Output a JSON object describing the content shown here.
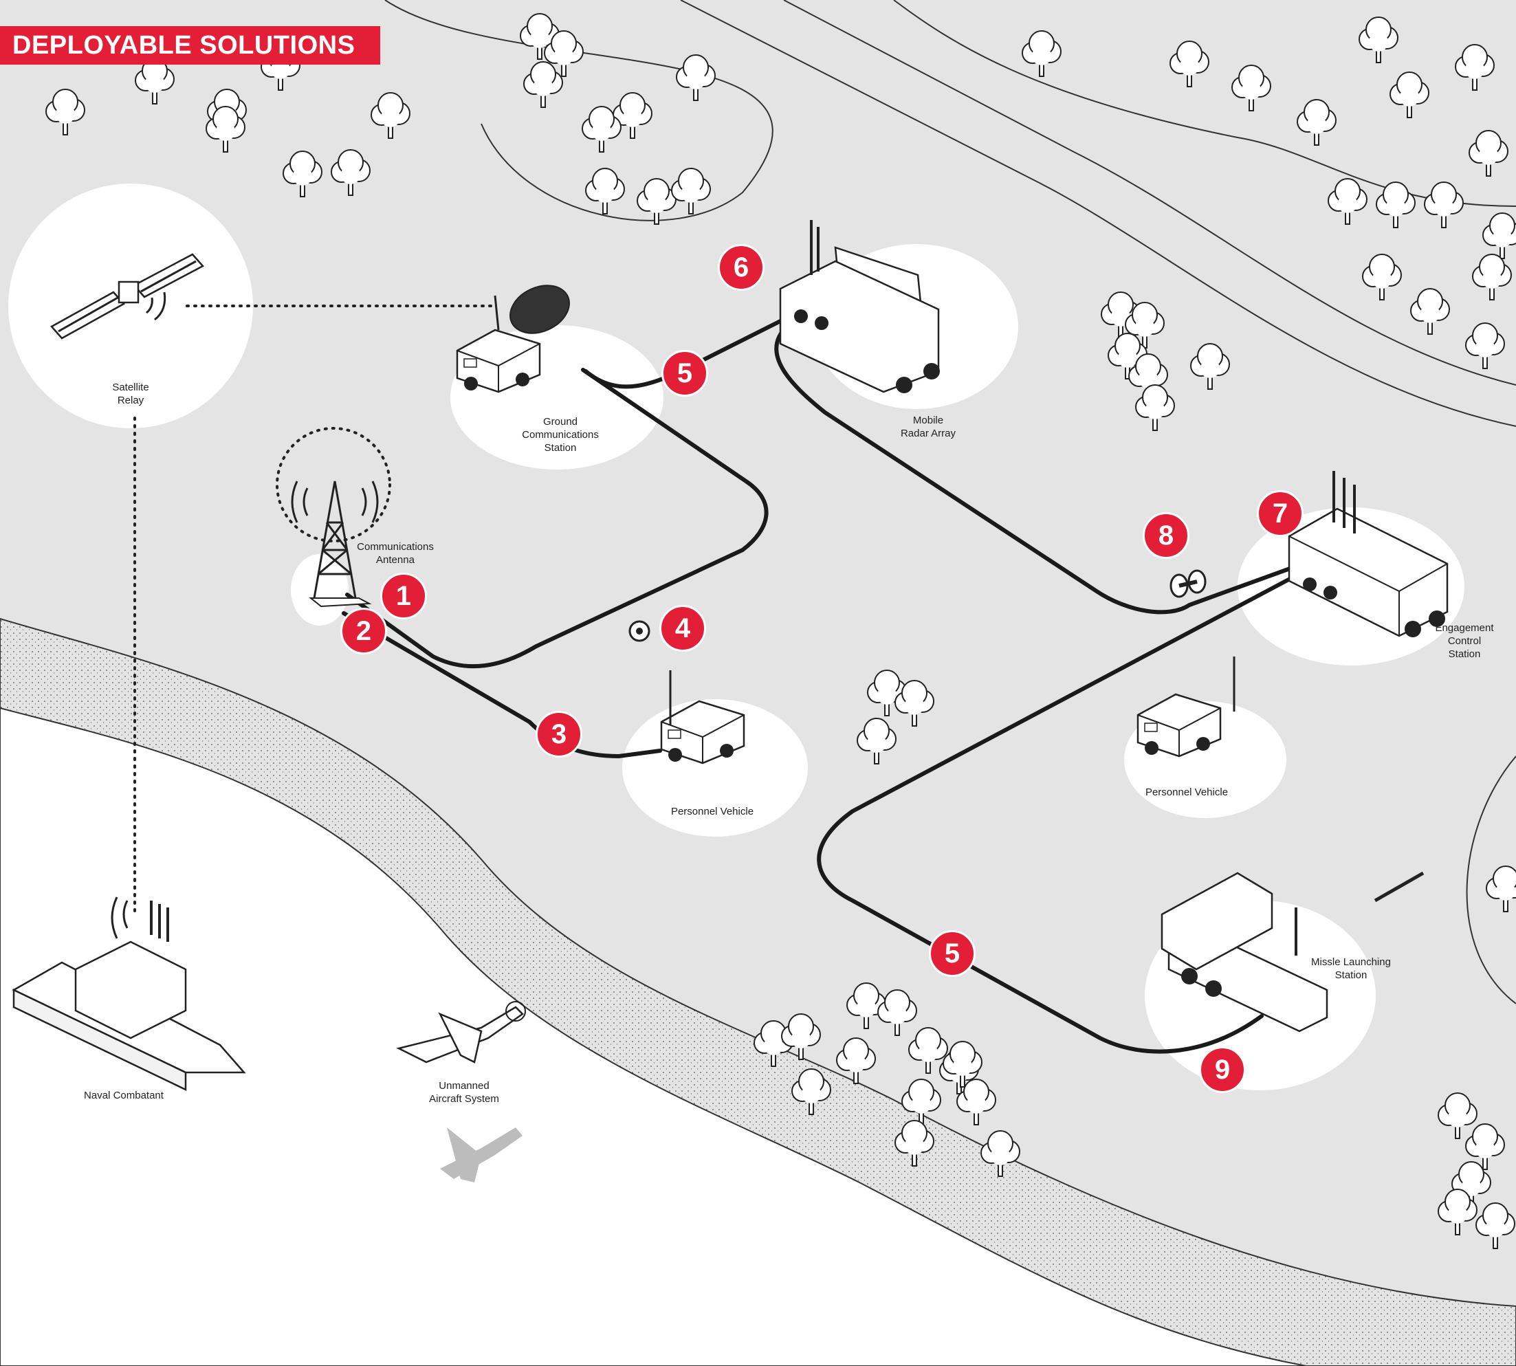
{
  "banner": {
    "title": "DEPLOYABLE SOLUTIONS"
  },
  "labels": {
    "satellite": "Satellite\nRelay",
    "ground_station": "Ground\nCommunications\nStation",
    "radar": "Mobile\nRadar Array",
    "antenna": "Communications\nAntenna",
    "engagement": "Engagement\nControl Station",
    "personnel_1": "Personnel Vehicle",
    "personnel_2": "Personnel Vehicle",
    "missile": "Missle Launching\nStation",
    "naval": "Naval Combatant",
    "uas": "Unmanned\nAircraft System"
  },
  "markers": {
    "m1": "1",
    "m2": "2",
    "m3": "3",
    "m4": "4",
    "m5a": "5",
    "m5b": "5",
    "m6": "6",
    "m7": "7",
    "m8": "8",
    "m9": "9"
  },
  "colors": {
    "accent": "#e21f36",
    "ground": "#e4e4e4",
    "water": "#ffffff",
    "cable": "#1a1a1a"
  }
}
